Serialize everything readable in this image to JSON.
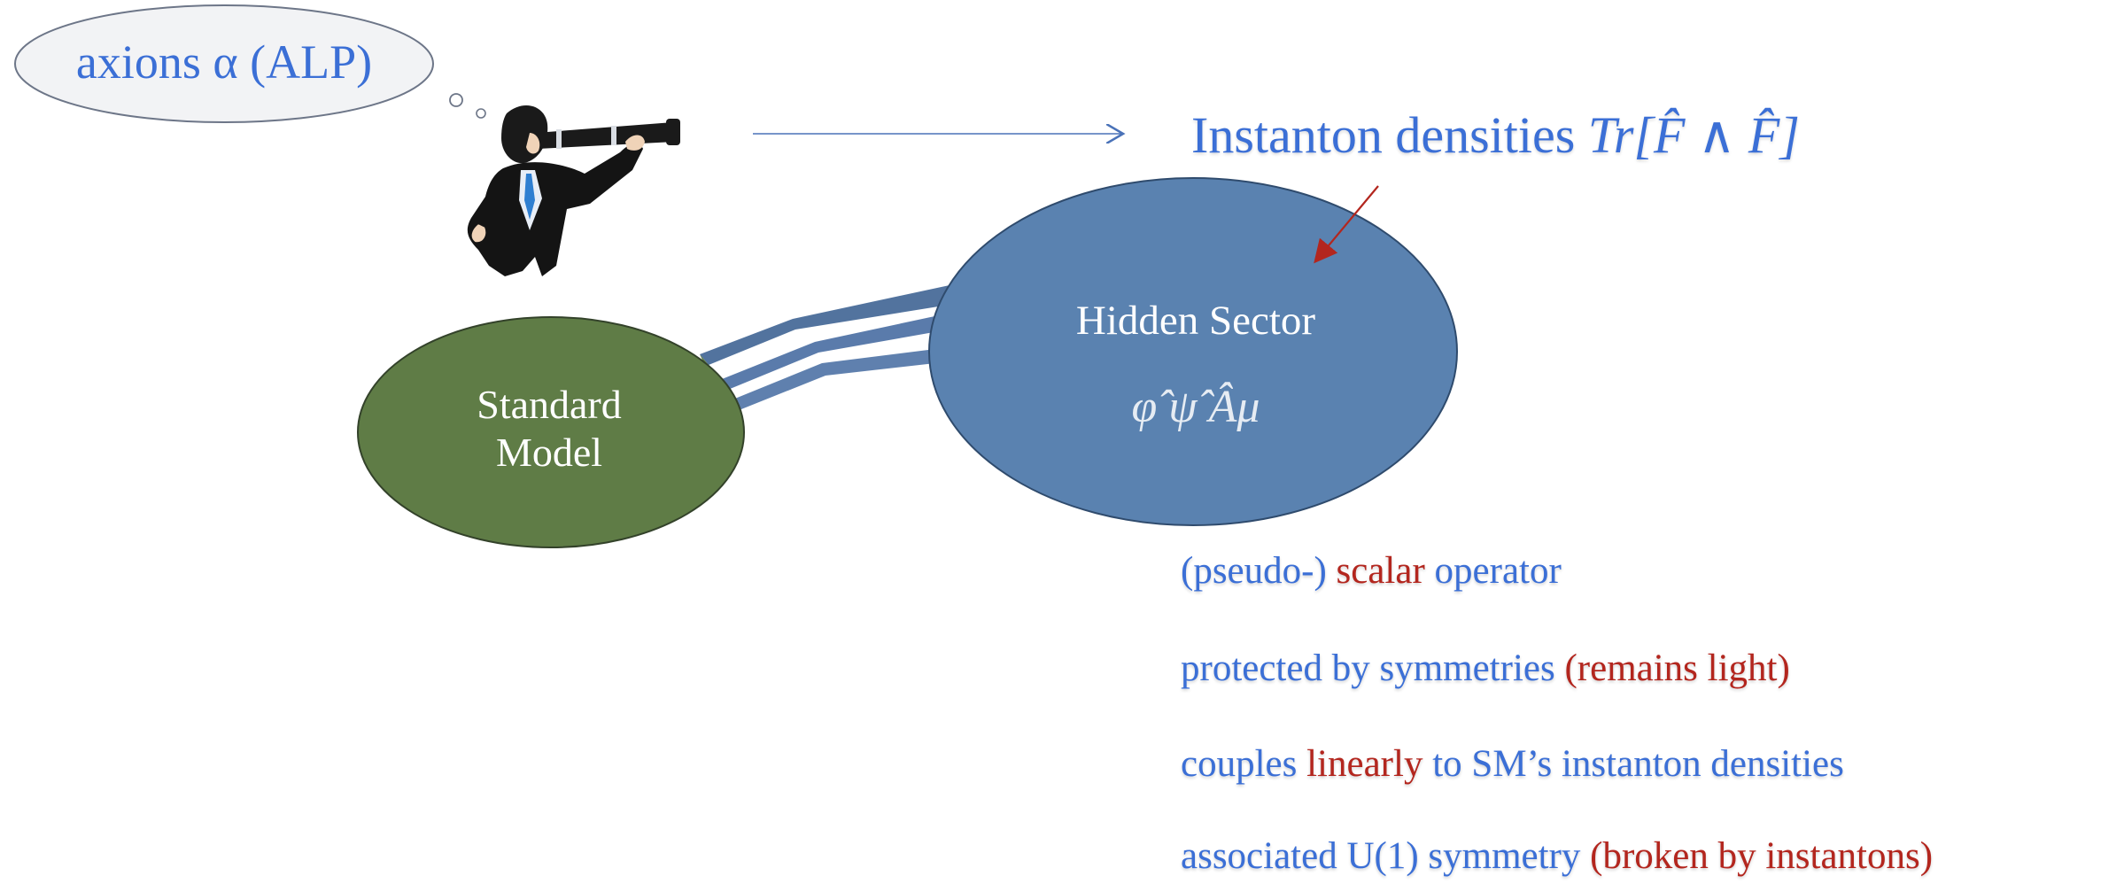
{
  "thought_bubble": {
    "text": "axions α (ALP)"
  },
  "instanton": {
    "label": "Instanton densities",
    "formula": "Tr[F̂ ∧ F̂]"
  },
  "hidden_sector": {
    "title": "Hidden Sector",
    "fields": "φ̂  ψ̂  Âμ"
  },
  "standard_model": {
    "line1": "Standard",
    "line2": "Model"
  },
  "properties": [
    {
      "parts": [
        {
          "text": "(pseudo-) ",
          "color": "blue"
        },
        {
          "text": "scalar",
          "color": "red"
        },
        {
          "text": " operator",
          "color": "blue"
        }
      ]
    },
    {
      "parts": [
        {
          "text": "protected by symmetries ",
          "color": "blue"
        },
        {
          "text": "(remains light)",
          "color": "red"
        }
      ]
    },
    {
      "parts": [
        {
          "text": "couples ",
          "color": "blue"
        },
        {
          "text": "linearly",
          "color": "red"
        },
        {
          "text": " to SM’s instanton densities",
          "color": "blue"
        }
      ]
    },
    {
      "parts": [
        {
          "text": "associated U(1) symmetry ",
          "color": "blue"
        },
        {
          "text": "(broken by instantons)",
          "color": "red"
        }
      ]
    }
  ],
  "colors": {
    "blue_text": "#3b6fd6",
    "red_text": "#b3261e",
    "hidden_sector_fill": "#5a82b0",
    "standard_model_fill": "#5f7c46"
  },
  "icons": {
    "observer": "man-with-telescope-icon"
  }
}
